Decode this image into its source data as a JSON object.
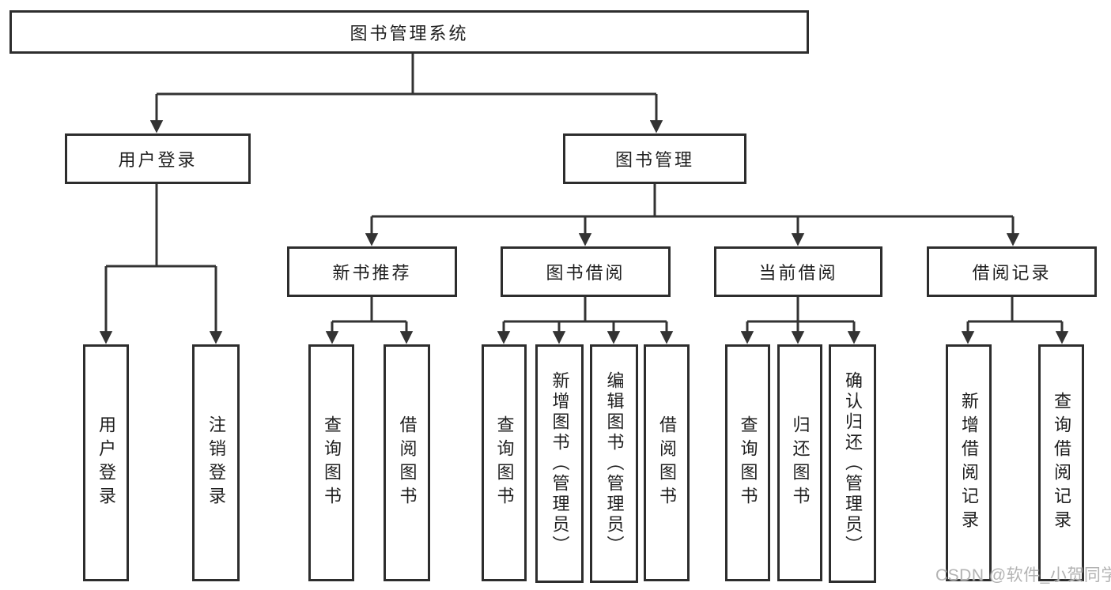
{
  "watermark": "CSDN @软件_小贺同学",
  "colors": {
    "line": "#333333",
    "box_border": "#2d2d2d",
    "box_fill": "#ffffff",
    "text": "#1f1f1f",
    "watermark": "#b3b3b3",
    "background": "#ffffff"
  },
  "tree": {
    "root": {
      "label": "图书管理系统"
    },
    "level2": [
      {
        "label": "用户登录"
      },
      {
        "label": "图书管理"
      }
    ],
    "level3": [
      {
        "label": "新书推荐"
      },
      {
        "label": "图书借阅"
      },
      {
        "label": "当前借阅"
      },
      {
        "label": "借阅记录"
      }
    ],
    "leaves": {
      "user_login": [
        {
          "label": "用户登录"
        },
        {
          "label": "注销登录"
        }
      ],
      "new_book_recommend": [
        {
          "label": "查询图书"
        },
        {
          "label": "借阅图书"
        }
      ],
      "book_borrow": [
        {
          "label": "查询图书"
        },
        {
          "label": "新增图书（管理员）"
        },
        {
          "label": "编辑图书（管理员）"
        },
        {
          "label": "借阅图书"
        }
      ],
      "current_borrow": [
        {
          "label": "查询图书"
        },
        {
          "label": "归还图书"
        },
        {
          "label": "确认归还（管理员）"
        }
      ],
      "borrow_records": [
        {
          "label": "新增借阅记录"
        },
        {
          "label": "查询借阅记录"
        }
      ]
    }
  }
}
